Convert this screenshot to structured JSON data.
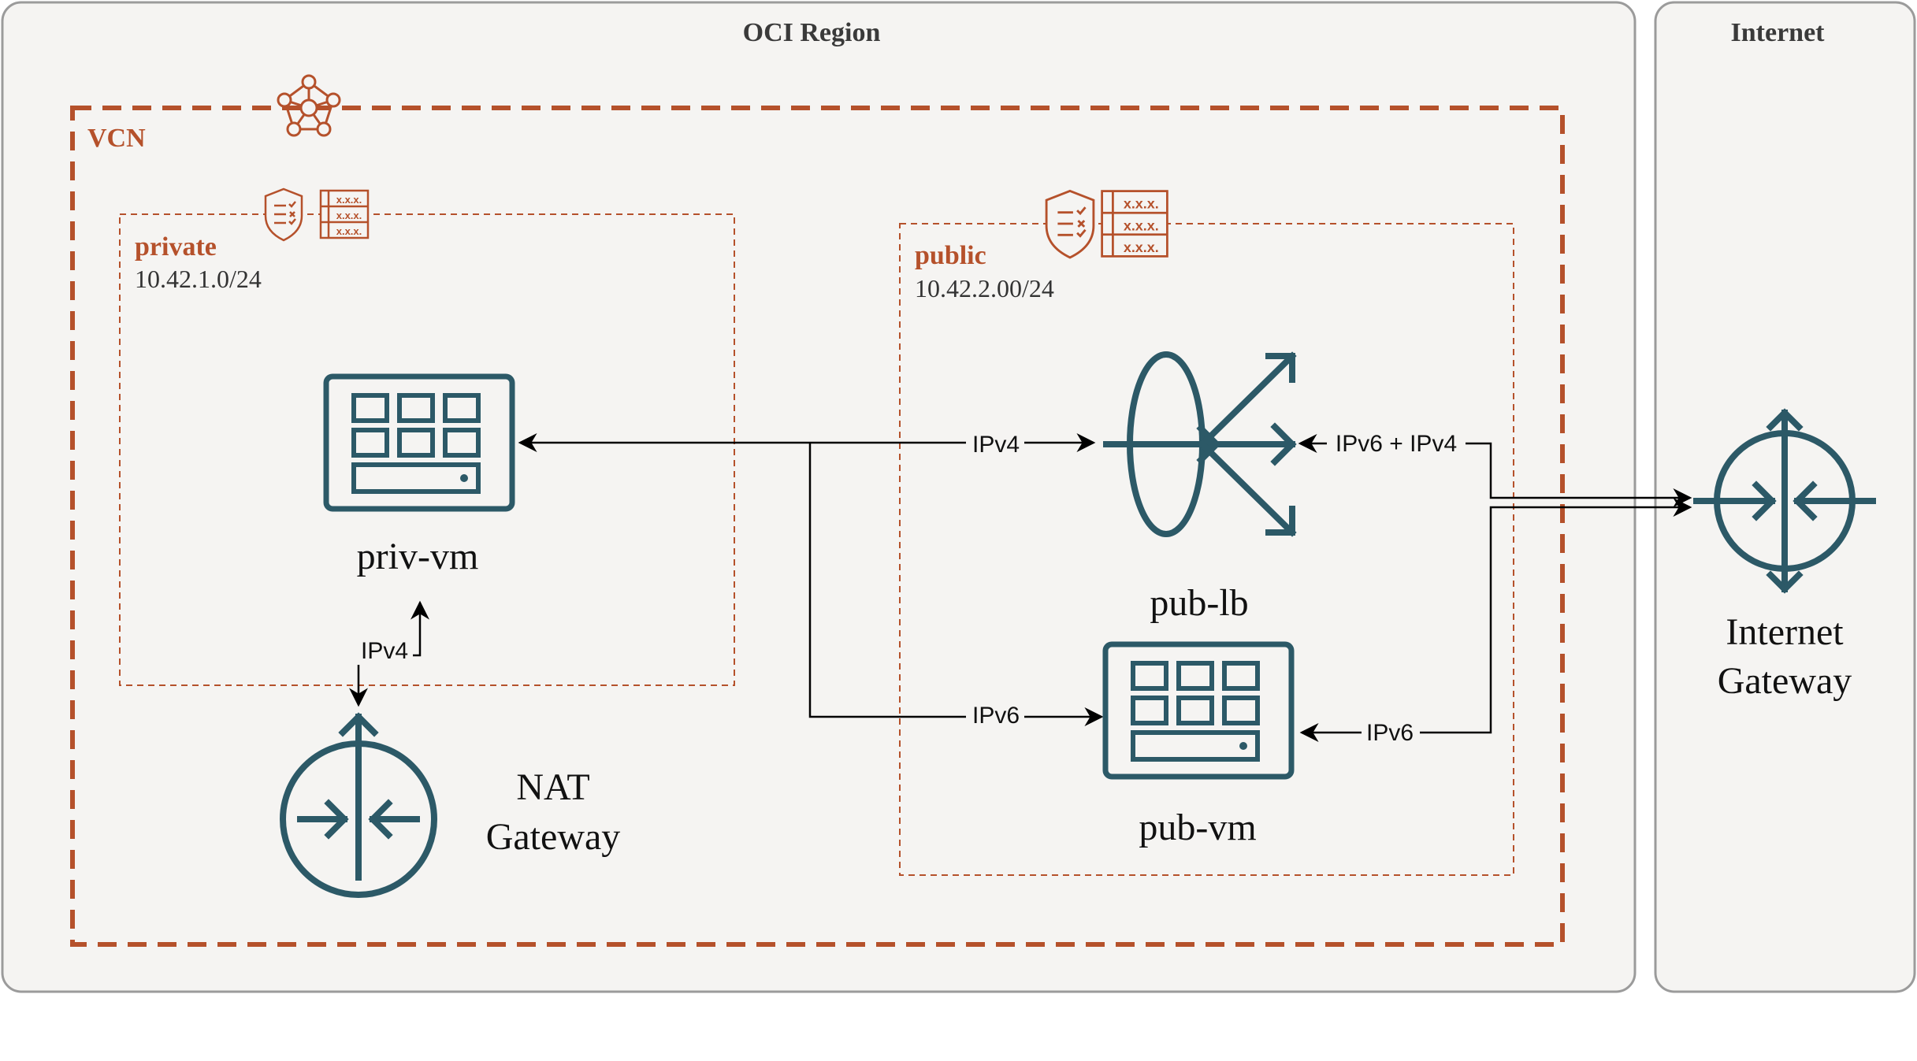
{
  "regions": {
    "oci_region": {
      "title": "OCI Region"
    },
    "internet": {
      "title": "Internet"
    }
  },
  "vcn": {
    "label": "VCN"
  },
  "subnets": {
    "private": {
      "name": "private",
      "cidr": "10.42.1.0/24"
    },
    "public": {
      "name": "public",
      "cidr": "10.42.2.00/24"
    }
  },
  "nodes": {
    "priv_vm": {
      "label": "priv-vm"
    },
    "pub_lb": {
      "label": "pub-lb"
    },
    "pub_vm": {
      "label": "pub-vm"
    },
    "nat_gateway": {
      "label_line1": "NAT",
      "label_line2": "Gateway"
    },
    "internet_gateway": {
      "label_line1": "Internet",
      "label_line2": "Gateway"
    }
  },
  "route_table_cells": [
    "x.x.x.",
    "x.x.x.",
    "x.x.x."
  ],
  "edges": {
    "privvm_to_publb": "IPv4",
    "privvm_to_pubvm": "IPv6",
    "publb_to_igw": "IPv6 + IPv4",
    "pubvm_to_igw": "IPv6",
    "privvm_nat": "IPv4"
  },
  "colors": {
    "accent_orange": "#B5512B",
    "icon_teal": "#2C5967",
    "region_border": "#9B9B9B",
    "region_fill": "#F5F4F2",
    "text_dark": "#2F2F2F"
  }
}
